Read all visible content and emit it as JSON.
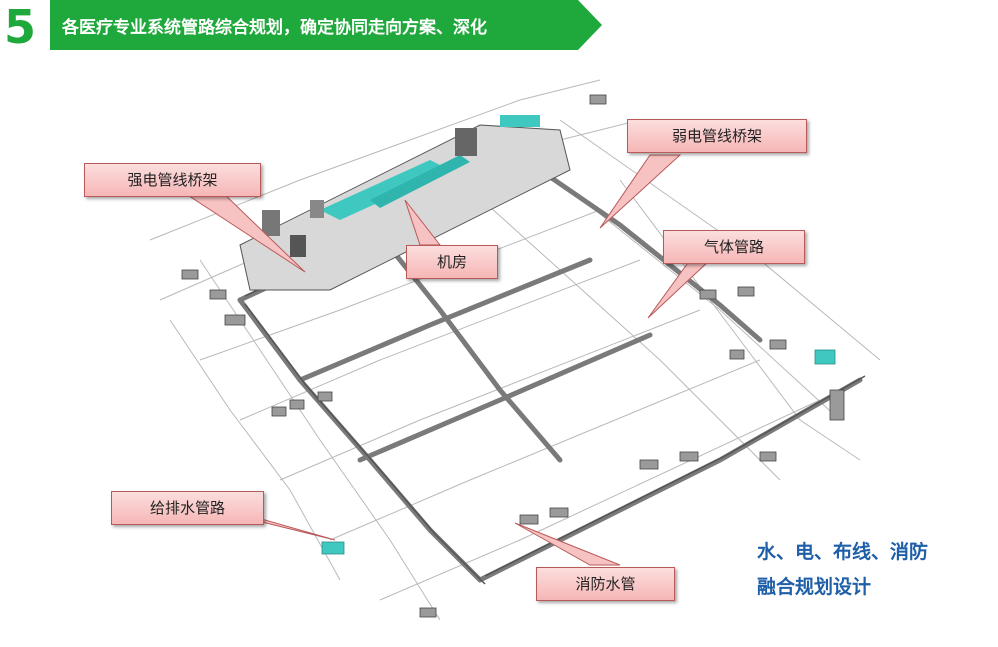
{
  "header": {
    "step_number": "5",
    "title": "各医疗专业系统管路综合规划，确定协同走向方案、深化",
    "accent_color": "#1fa83b"
  },
  "callouts": {
    "strong_tray": "强电管线桥架",
    "weak_tray": "弱电管线桥架",
    "machine_room": "机房",
    "gas_pipe": "气体管路",
    "water_pipe": "给排水管路",
    "fire_pipe": "消防水管"
  },
  "caption": {
    "line1": "水、电、布线、消防",
    "line2": "融合规划设计",
    "color": "#1f5fa8"
  }
}
